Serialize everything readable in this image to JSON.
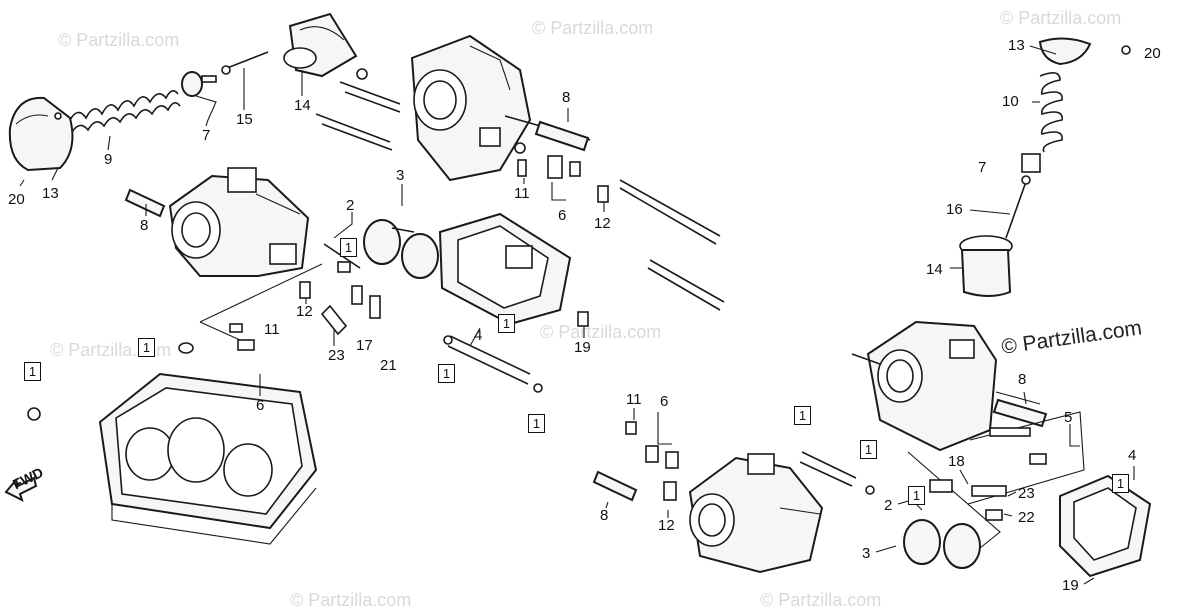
{
  "watermarks": {
    "faint": [
      "© Partzilla.com",
      "© Partzilla.com",
      "© Partzilla.com",
      "© Partzilla.com",
      "© Partzilla.com",
      "© Partzilla.com",
      "© Partzilla.com"
    ],
    "strong": "© Partzilla.com"
  },
  "direction_marker": {
    "label": "FWD"
  },
  "callouts": {
    "a13": "13",
    "a20": "20",
    "a9": "9",
    "a7": "7",
    "a15": "15",
    "a14": "14",
    "b8": "8",
    "b11": "11",
    "b6": "6",
    "b12": "12",
    "c8": "8",
    "c3": "3",
    "c2": "2",
    "c12": "12",
    "c11": "11",
    "c23": "23",
    "c17": "17",
    "c21": "21",
    "c6": "6",
    "d4": "4",
    "d19": "19",
    "e13": "13",
    "e20": "20",
    "e10": "10",
    "e7": "7",
    "e16": "16",
    "e14": "14",
    "f8": "8",
    "f5": "5",
    "f18": "18",
    "f23": "23",
    "f22": "22",
    "f2": "2",
    "f3": "3",
    "f4": "4",
    "f19": "19",
    "g11": "11",
    "g6": "6",
    "g8": "8",
    "g12": "12"
  },
  "boxed_ref": "1"
}
